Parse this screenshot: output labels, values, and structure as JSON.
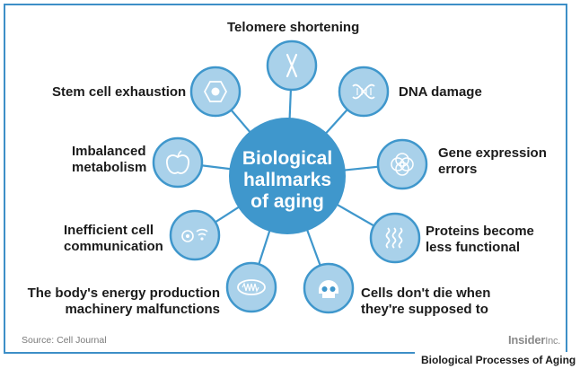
{
  "diagram": {
    "center_title": "Biological\nhallmarks\nof aging",
    "hallmarks": [
      {
        "id": "telomere",
        "label": "Telomere shortening",
        "icon": "chromosome-icon"
      },
      {
        "id": "dna",
        "label": "DNA damage",
        "icon": "dna-helix-icon"
      },
      {
        "id": "gene",
        "label": "Gene expression\nerrors",
        "icon": "overlapping-circles-icon"
      },
      {
        "id": "proteins",
        "label": "Proteins become\nless functional",
        "icon": "wavy-lines-icon"
      },
      {
        "id": "cells",
        "label": "Cells don't die when\nthey're supposed to",
        "icon": "skull-icon"
      },
      {
        "id": "energy",
        "label": "The body's energy production\nmachinery malfunctions",
        "icon": "mitochondria-icon"
      },
      {
        "id": "communication",
        "label": "Inefficient cell\ncommunication",
        "icon": "cell-signal-icon"
      },
      {
        "id": "metabolism",
        "label": "Imbalanced\nmetabolism",
        "icon": "apple-icon"
      },
      {
        "id": "stem",
        "label": "Stem cell exhaustion",
        "icon": "stem-cell-icon"
      }
    ],
    "colors": {
      "center": "#3f97cc",
      "node_fill": "#a9d1ea",
      "node_stroke": "#3f97cc",
      "connector": "#3f97cc",
      "icon": "#ffffff"
    }
  },
  "footer": {
    "source": "Source: Cell Journal",
    "brand": "Insider",
    "brand_suffix": "Inc.",
    "caption": "Biological Processes of Aging"
  }
}
